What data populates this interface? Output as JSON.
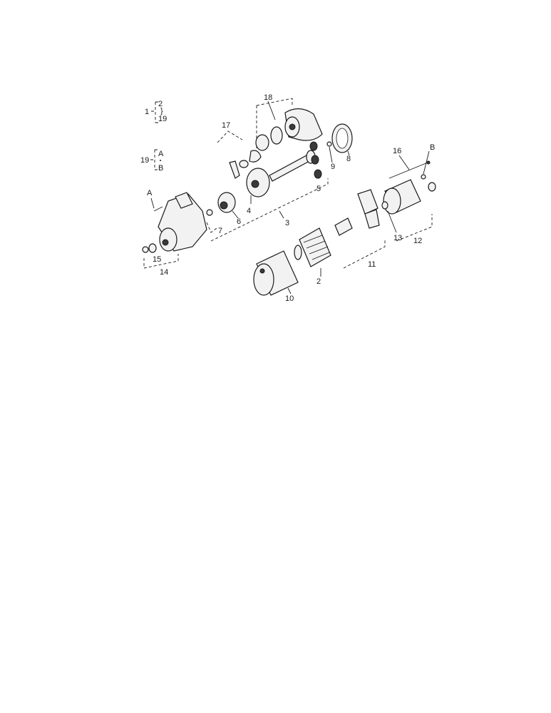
{
  "diagram": {
    "group_notes": [
      {
        "id": "g1",
        "lines": [
          "1",
          "2",
          "19"
        ]
      },
      {
        "id": "g2",
        "lines": [
          "19",
          "A",
          "B"
        ]
      }
    ],
    "labels": {
      "p1": "1",
      "p2": "2",
      "p3": "3",
      "p4": "4",
      "p5": "5",
      "p6": "6",
      "p7": "7",
      "p8": "8",
      "p9": "9",
      "p10": "10",
      "p11": "11",
      "p12": "12",
      "p13": "13",
      "p14": "14",
      "p15": "15",
      "p16": "16",
      "p17": "17",
      "p18": "18",
      "p19": "19",
      "pA": "A",
      "pB": "B",
      "pA2": "A",
      "pB2": "B",
      "p2b": "2",
      "p19b": "19"
    }
  }
}
